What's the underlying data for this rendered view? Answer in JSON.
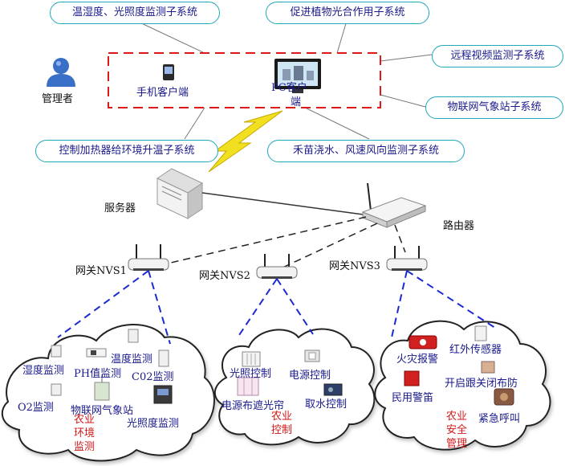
{
  "subsystems": {
    "temp_light": "温湿度、光照度监测子系统",
    "photosynthesis": "促进植物光合作用子系统",
    "video": "远程视频监测子系统",
    "weather_station": "物联网气象站子系统",
    "heater": "控制加热器给环境升温子系统",
    "irrigation_wind": "禾苗浇水、风速风向监测子系统"
  },
  "admin": "管理者",
  "mobile_client": "手机客户端",
  "pc_client_line1": "PC客户",
  "pc_client_line2": "端",
  "server": "服务器",
  "router": "路由器",
  "gateways": [
    "网关NVS1",
    "网关NVS2",
    "网关NVS3"
  ],
  "cloud1": {
    "devices": [
      "湿度监测",
      "PH值监测",
      "温度监测",
      "C02监测",
      "O2监测",
      "物联网气象站",
      "光照度监测"
    ],
    "title_lines": [
      "农业",
      "环境",
      "监测"
    ]
  },
  "cloud2": {
    "devices": [
      "光照控制",
      "电源控制",
      "电源布遮光帘",
      "取水控制"
    ],
    "title_lines": [
      "农业",
      "控制"
    ]
  },
  "cloud3": {
    "devices": [
      "火灾报警",
      "红外传感器",
      "开启跟关闭布防",
      "民用警笛",
      "紧急呼叫"
    ],
    "title_lines": [
      "农业",
      "安全",
      "管理"
    ]
  },
  "colors": {
    "pill_border": "#20a8b8",
    "label_text": "#1a1a8c",
    "title_text": "#d01818",
    "dashed_frame": "#e01818",
    "link_line": "#1a2ad0",
    "lightning": "#f0e020"
  }
}
